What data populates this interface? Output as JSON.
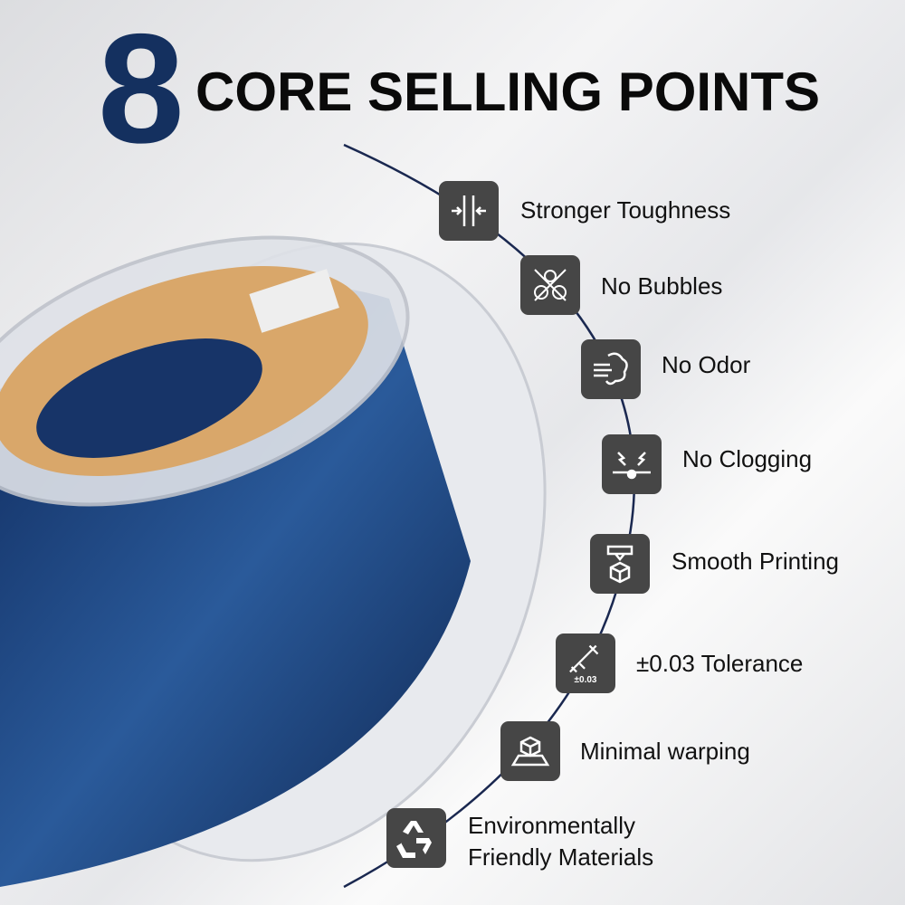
{
  "header": {
    "number": "8",
    "title": "CORE SELLING POINTS"
  },
  "points": [
    {
      "label": "Stronger Toughness",
      "icon": "compress-arrows-icon"
    },
    {
      "label": "No Bubbles",
      "icon": "no-bubbles-icon"
    },
    {
      "label": "No Odor",
      "icon": "no-odor-icon"
    },
    {
      "label": "No Clogging",
      "icon": "nozzle-clog-icon"
    },
    {
      "label": "Smooth Printing",
      "icon": "printer-head-icon"
    },
    {
      "label": "±0.03 Tolerance",
      "icon": "caliper-icon",
      "icon_text": "±0.03"
    },
    {
      "label": "Minimal warping",
      "icon": "flat-box-icon"
    },
    {
      "label": "Environmentally",
      "label2": "Friendly Materials",
      "icon": "recycle-icon"
    }
  ],
  "colors": {
    "accent": "#14305f",
    "icon_bg": "#464646",
    "filament": "#1d3f7a",
    "label": "#e0a868"
  }
}
